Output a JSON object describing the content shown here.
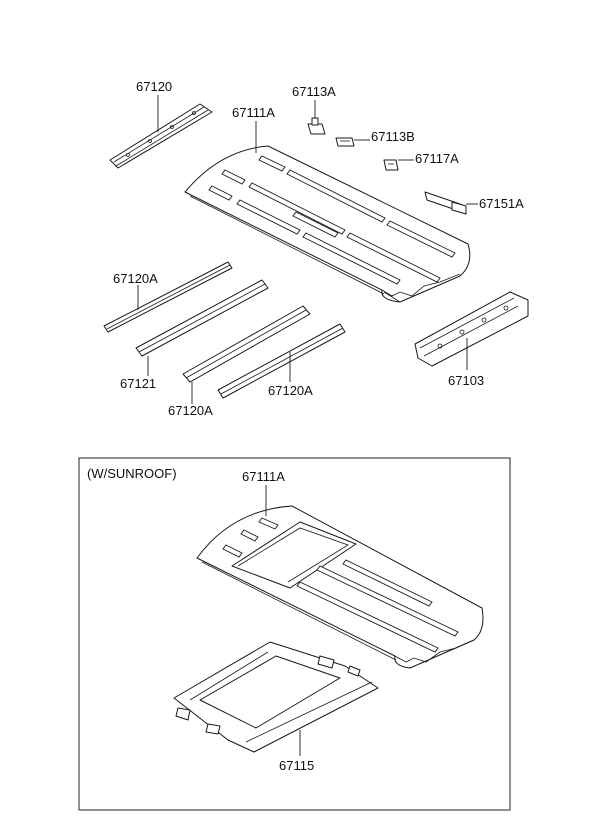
{
  "labels": {
    "p67120": "67120",
    "p67111A_top": "67111A",
    "p67113A": "67113A",
    "p67113B": "67113B",
    "p67117A": "67117A",
    "p67151A": "67151A",
    "p67120A_left": "67120A",
    "p67121": "67121",
    "p67120A_mid": "67120A",
    "p67120A_right": "67120A",
    "p67103": "67103",
    "p67111A_sunroof": "67111A",
    "p67115": "67115"
  },
  "inset": {
    "title": "(W/SUNROOF)"
  }
}
